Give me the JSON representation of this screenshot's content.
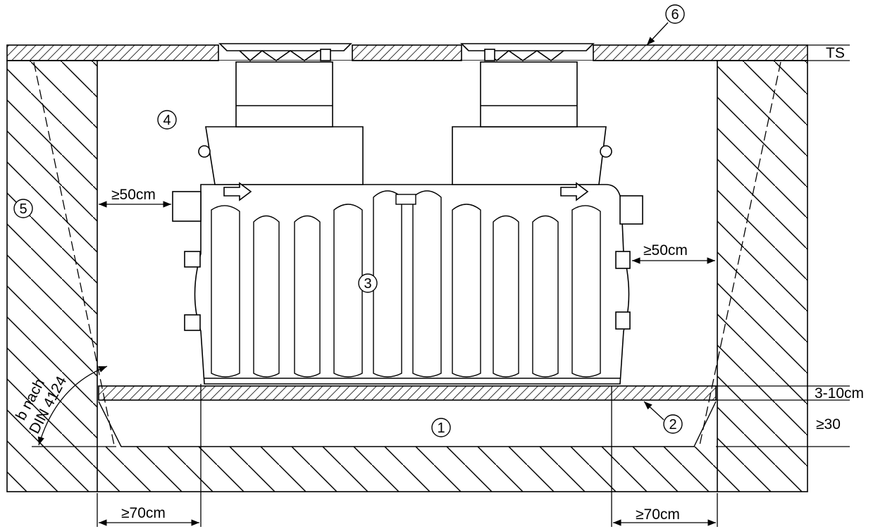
{
  "labels": {
    "ts": "TS",
    "clearance_left": "≥50cm",
    "clearance_right": "≥50cm",
    "bedding_thickness": "3-10cm",
    "base_thickness": "≥30",
    "width_left": "≥70cm",
    "width_right": "≥70cm",
    "slope_line1": "b nach",
    "slope_line2": "DIN 4124"
  },
  "callouts": [
    "1",
    "2",
    "3",
    "4",
    "5",
    "6"
  ]
}
